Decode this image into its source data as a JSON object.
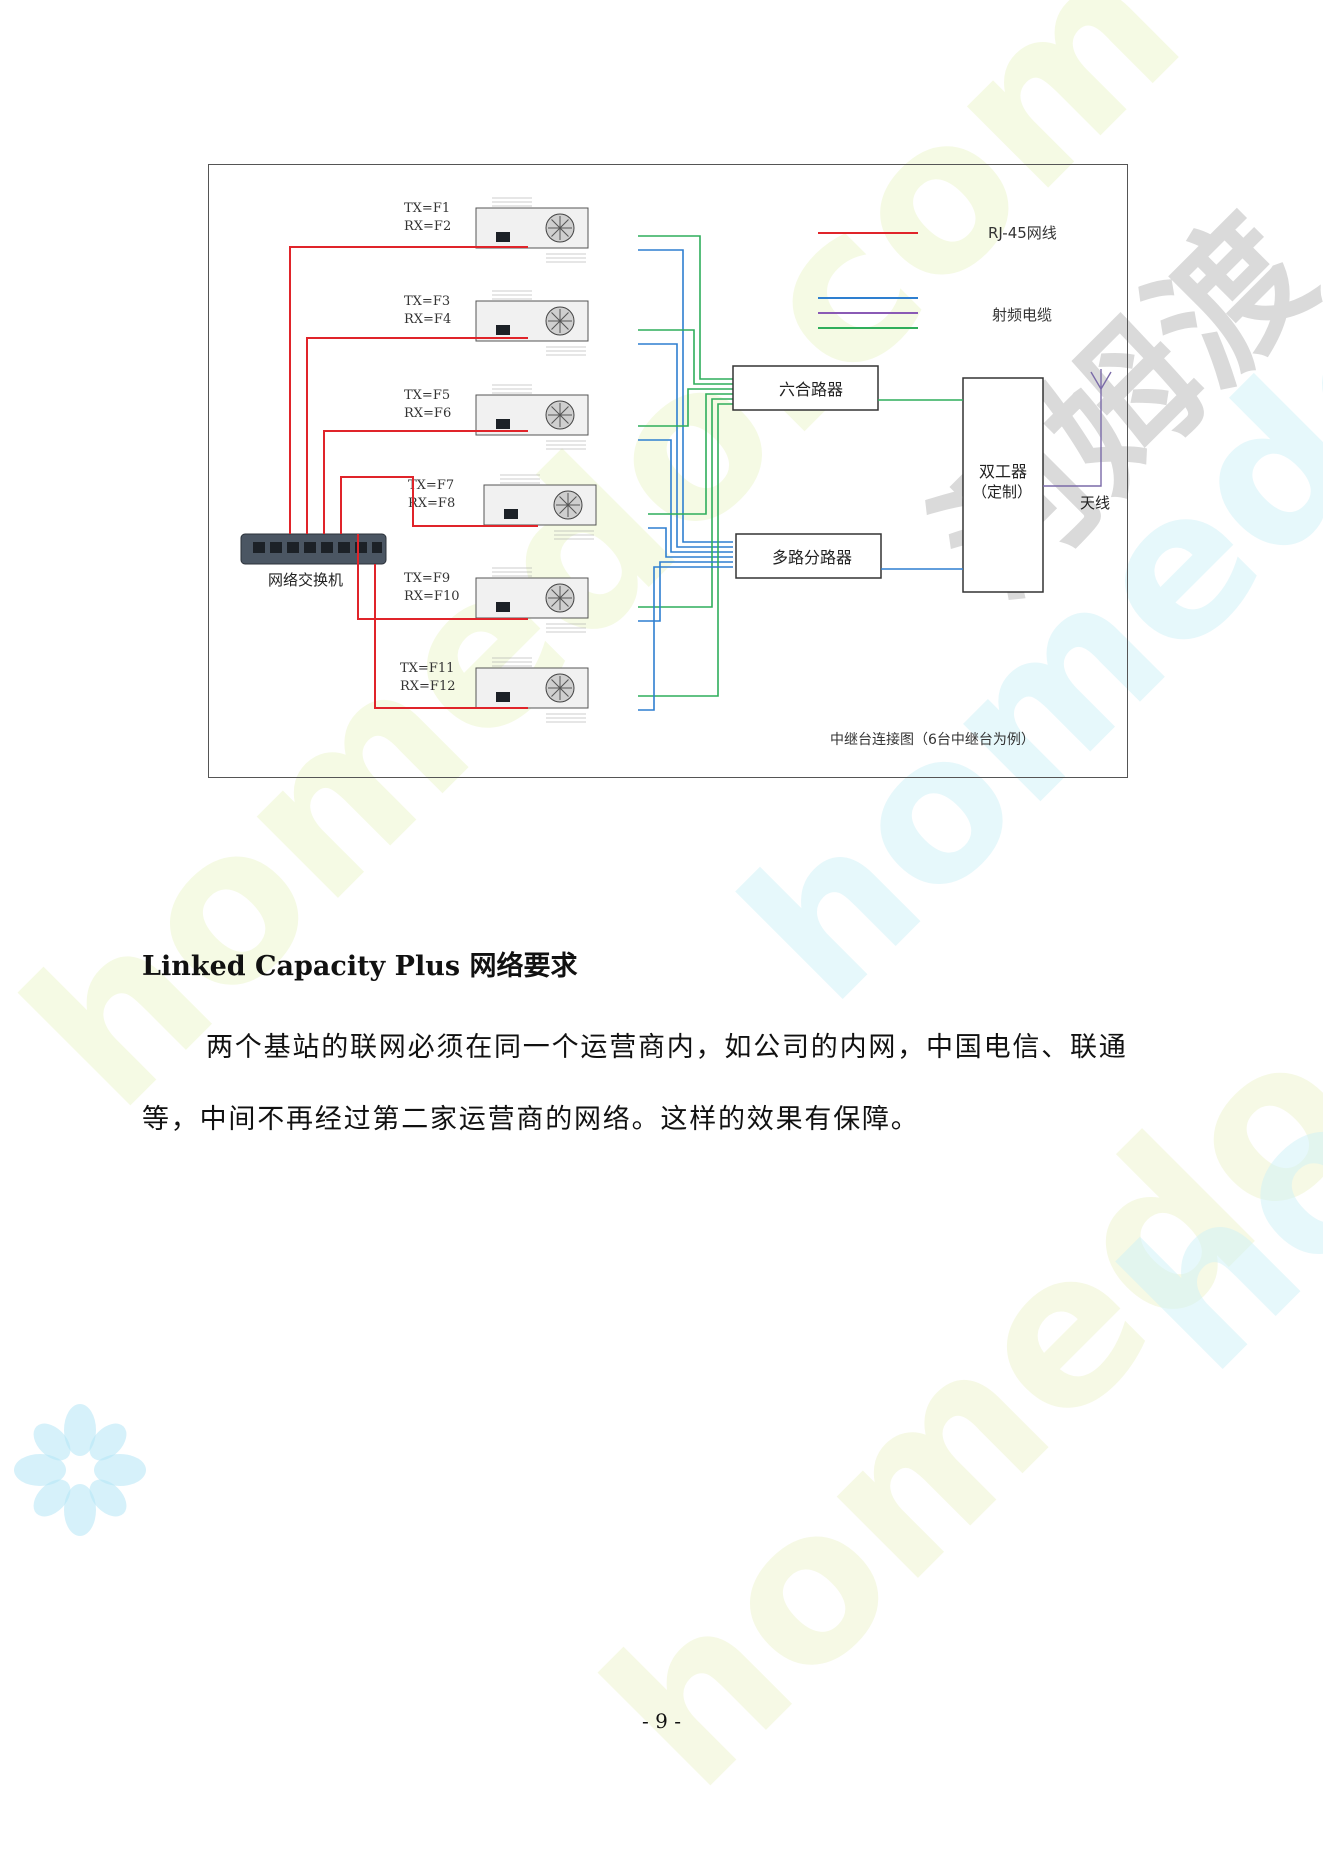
{
  "watermark": {
    "latin": "homedo.com",
    "chinese": "河姆渡"
  },
  "figure": {
    "legend": {
      "rj45_label": "RJ-45网线",
      "rf_label": "射频电缆",
      "colors": {
        "rj45": "#e0242a",
        "rf_blue": "#2e7fd0",
        "rf_purple": "#8a5ab5",
        "rf_green": "#2fae5b"
      }
    },
    "repeaters": [
      {
        "tx": "TX=F1",
        "rx": "RX=F2"
      },
      {
        "tx": "TX=F3",
        "rx": "RX=F4"
      },
      {
        "tx": "TX=F5",
        "rx": "RX=F6"
      },
      {
        "tx": "TX=F7",
        "rx": "RX=F8"
      },
      {
        "tx": "TX=F9",
        "rx": "RX=F10"
      },
      {
        "tx": "TX=F11",
        "rx": "RX=F12"
      }
    ],
    "switch_label": "网络交换机",
    "combiner_label": "六合路器",
    "splitter_label": "多路分路器",
    "duplexer_label_line1": "双工器",
    "duplexer_label_line2": "（定制）",
    "antenna_label": "天线",
    "caption": "中继台连接图（6台中继台为例）"
  },
  "heading": "Linked Capacity Plus 网络要求",
  "paragraph": {
    "line1": "两个基站的联网必须在同一个运营商内，如公司的内网，中国电信、联通",
    "line2": "等，中间不再经过第二家运营商的网络。这样的效果有保障。"
  },
  "page_number": "- 9 -"
}
